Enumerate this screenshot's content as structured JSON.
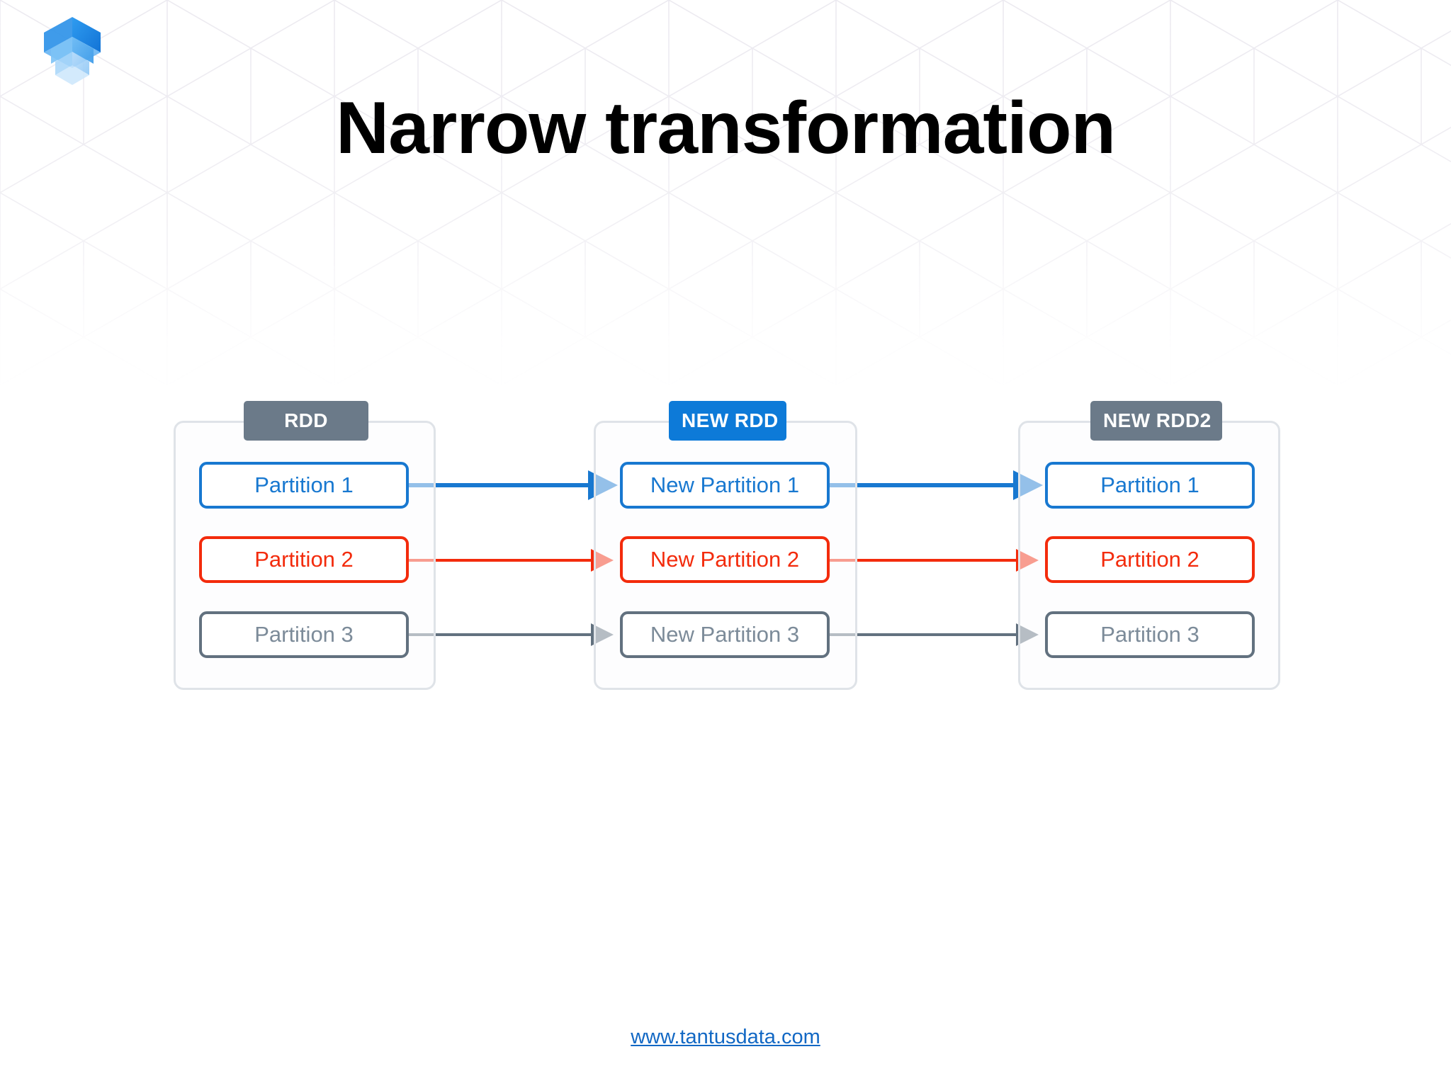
{
  "slide": {
    "title": "Narrow transformation",
    "footer_link": "www.tantusdata.com",
    "logo_name": "tantusdata-isometric-logo"
  },
  "colors": {
    "blue": "#1878D0",
    "red": "#F32B0C",
    "gray": "#62717F",
    "badge_gray": "#6B7A89",
    "badge_blue": "#0D7AD8",
    "group_border": "#DFE3E8",
    "link_blue": "#1268C4",
    "title_black": "#000000"
  },
  "diagram": {
    "type": "flow",
    "groups": [
      {
        "badge": "RDD",
        "badge_color": "gray",
        "partitions": [
          {
            "label": "Partition 1",
            "color": "blue"
          },
          {
            "label": "Partition 2",
            "color": "red"
          },
          {
            "label": "Partition 3",
            "color": "gray"
          }
        ]
      },
      {
        "badge": "NEW RDD",
        "badge_color": "blue",
        "partitions": [
          {
            "label": "New Partition 1",
            "color": "blue"
          },
          {
            "label": "New Partition 2",
            "color": "red"
          },
          {
            "label": "New Partition 3",
            "color": "gray"
          }
        ]
      },
      {
        "badge": "NEW RDD2",
        "badge_color": "gray",
        "partitions": [
          {
            "label": "Partition 1",
            "color": "blue"
          },
          {
            "label": "Partition 2",
            "color": "red"
          },
          {
            "label": "Partition 3",
            "color": "gray"
          }
        ]
      }
    ],
    "connections": [
      {
        "from": "RDD.Partition 1",
        "to": "NEW RDD.New Partition 1",
        "color": "blue"
      },
      {
        "from": "RDD.Partition 2",
        "to": "NEW RDD.New Partition 2",
        "color": "red"
      },
      {
        "from": "RDD.Partition 3",
        "to": "NEW RDD.New Partition 3",
        "color": "gray"
      },
      {
        "from": "NEW RDD.New Partition 1",
        "to": "NEW RDD2.Partition 1",
        "color": "blue"
      },
      {
        "from": "NEW RDD.New Partition 2",
        "to": "NEW RDD2.Partition 2",
        "color": "red"
      },
      {
        "from": "NEW RDD.New Partition 3",
        "to": "NEW RDD2.Partition 3",
        "color": "gray"
      }
    ]
  }
}
